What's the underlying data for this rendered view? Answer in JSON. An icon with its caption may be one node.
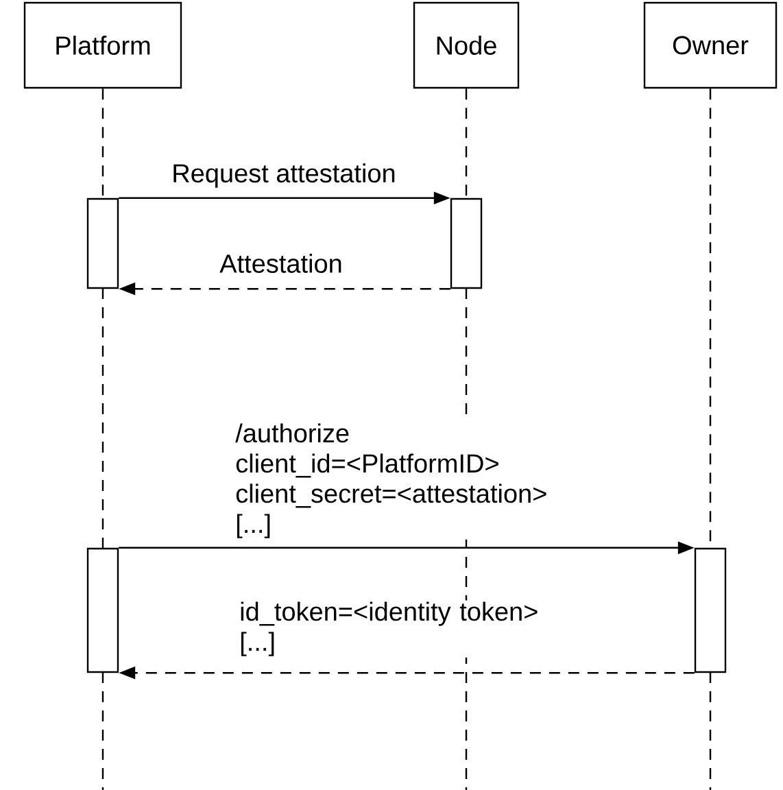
{
  "diagram": {
    "nodes": [
      {
        "text": [
          "Platform"
        ]
      },
      {
        "text": [
          "Node"
        ]
      },
      {
        "text": [
          "Owner"
        ]
      },
      {
        "text": [],
        "shape": "box"
      },
      {
        "text": [],
        "shape": "box"
      },
      {
        "text": [],
        "shape": "box"
      },
      {
        "text": [],
        "shape": "box"
      }
    ],
    "edges": [
      {
        "from": 0,
        "to": null,
        "arrow": "none",
        "style": "dashed"
      },
      {
        "from": 1,
        "to": null,
        "arrow": "none",
        "style": "dashed"
      },
      {
        "from": 2,
        "to": null,
        "arrow": "none",
        "style": "dashed"
      },
      {
        "from": 3,
        "to": 4,
        "arrow": "to",
        "label": "Request attestation"
      },
      {
        "from": 4,
        "to": 3,
        "arrow": "to",
        "label": "Attestation",
        "style": "dashed"
      },
      {
        "from": 5,
        "to": 6,
        "arrow": "to",
        "label": "/authorize client_id=<PlatformID> client_secret=<attestation> [...]"
      },
      {
        "from": 6,
        "to": 5,
        "arrow": "to",
        "label": "id_token=<identity token> [...]",
        "style": "dashed"
      }
    ]
  }
}
